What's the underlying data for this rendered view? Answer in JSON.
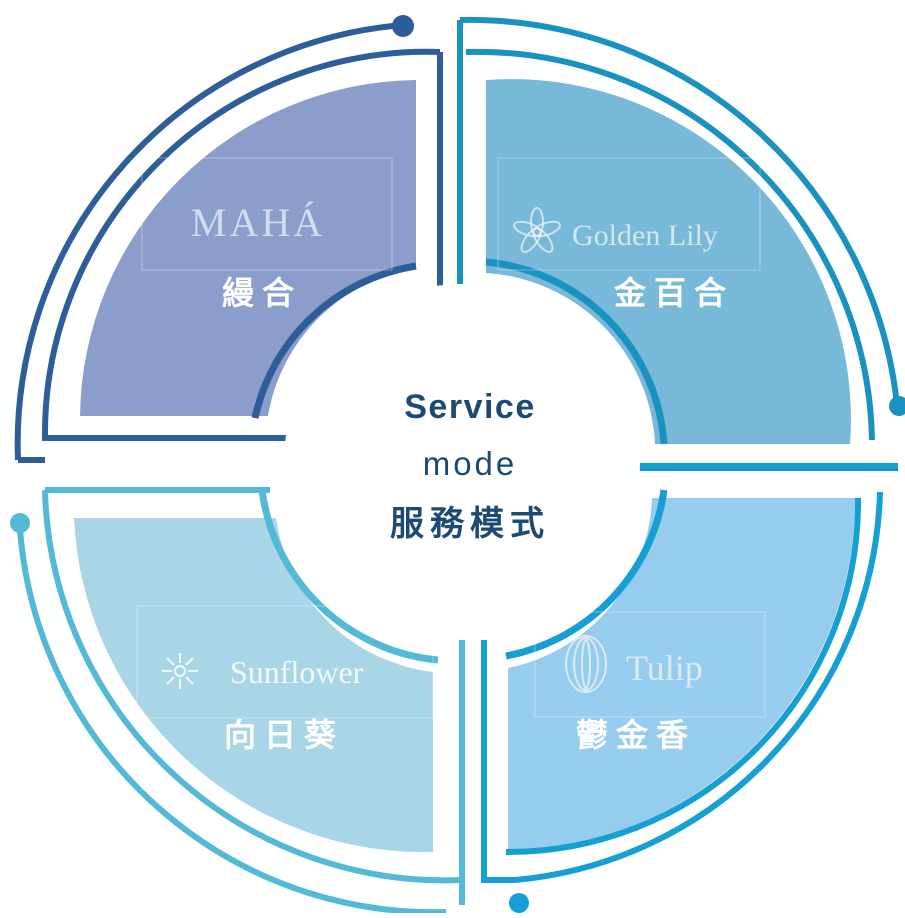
{
  "center": {
    "line1": "Service",
    "line2": "mode",
    "line3": "服務模式"
  },
  "quadrants": [
    {
      "brand": "MAHÁ",
      "name": "縵合",
      "fill": "#8B9DCB",
      "ring": "#2D5E9A",
      "icon": "none"
    },
    {
      "brand": "Golden Lily",
      "name": "金百合",
      "fill": "#78B8D8",
      "ring": "#1A92BF",
      "icon": "lily-flower-icon"
    },
    {
      "brand": "Tulip",
      "name": "鬱金香",
      "fill": "#96CCEE",
      "ring": "#159FD2",
      "icon": "tulip-icon"
    },
    {
      "brand": "Sunflower",
      "name": "向日葵",
      "fill": "#A9D6E6",
      "ring": "#52B9D6",
      "icon": "sunflower-icon"
    }
  ],
  "colors": {
    "center_text": "#1C4A72",
    "label_text": "#ffffff",
    "brand_text": "#e8f2f8"
  }
}
